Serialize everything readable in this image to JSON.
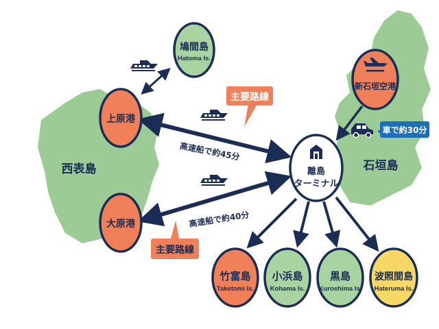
{
  "colors": {
    "land": "#9dcb96",
    "port": "#ef8059",
    "island": "#a9d3a0",
    "hateruma": "#f7d766",
    "navy": "#1b2d55",
    "badge_blue": "#1d6fb9",
    "badge_orange": "#ef8059"
  },
  "landmasses": {
    "west": "西表島",
    "east": "石垣島"
  },
  "ports": {
    "uehara": "上原港",
    "ohara": "大原港",
    "airport": "新石垣空港",
    "terminal_line1": "離島",
    "terminal_line2": "ターミナル"
  },
  "islands": [
    {
      "ja": "鳩間島",
      "en": "Hatoma Is."
    },
    {
      "ja": "竹富島",
      "en": "Taketomi Is."
    },
    {
      "ja": "小浜島",
      "en": "Kohama Is."
    },
    {
      "ja": "黒島",
      "en": "Kuroshima Is."
    },
    {
      "ja": "波照間島",
      "en": "Hateruma Is."
    }
  ],
  "routes": {
    "uehara_time": "高速船で約45分",
    "ohara_time": "高速船で約40分",
    "main_route_label_1": "主要路線",
    "main_route_label_2": "主要路線",
    "car_time": "車で約30分"
  },
  "icons": [
    "ferry-icon",
    "car-icon",
    "airplane-icon",
    "terminal-building-icon"
  ]
}
